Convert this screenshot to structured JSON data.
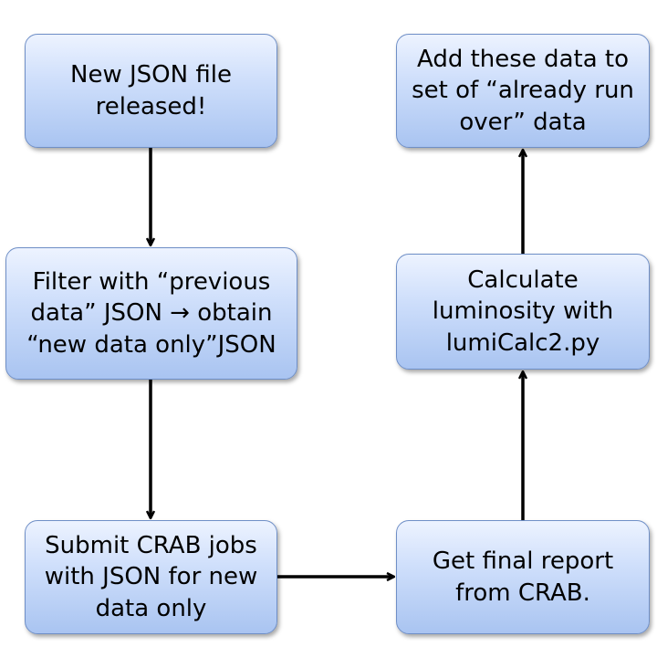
{
  "diagram": {
    "nodes": {
      "new_json": "New JSON file\nreleased!",
      "filter": "Filter with “previous\ndata” JSON → obtain\n“new data only”JSON",
      "submit_crab": "Submit CRAB jobs\nwith JSON for new\ndata only",
      "final_report": "Get final report\nfrom CRAB.",
      "calc_lumi": "Calculate\nluminosity with\nlumiCalc2.py",
      "add_data": "Add these data to\nset of “already run\nover” data"
    },
    "edges": [
      {
        "from": "new_json",
        "to": "filter"
      },
      {
        "from": "filter",
        "to": "submit_crab"
      },
      {
        "from": "submit_crab",
        "to": "final_report"
      },
      {
        "from": "final_report",
        "to": "calc_lumi"
      },
      {
        "from": "calc_lumi",
        "to": "add_data"
      }
    ],
    "colors": {
      "box_border": "#6f8fc7",
      "box_fill_top": "#edf3ff",
      "box_fill_bottom": "#a9c4f1",
      "arrow": "#000000"
    }
  }
}
